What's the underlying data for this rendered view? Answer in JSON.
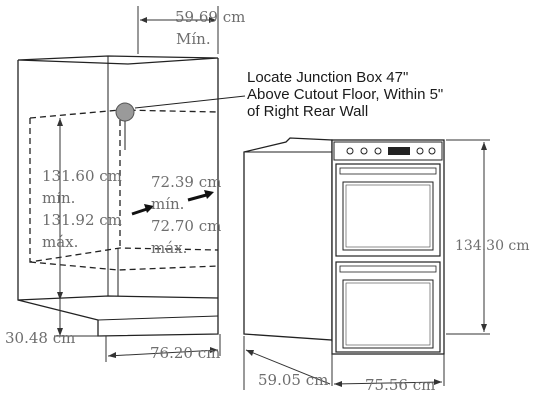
{
  "labels": {
    "top_width": "59.69 cm",
    "top_width_note": "Mín.",
    "junction_line1": "Locate Junction Box 47\"",
    "junction_line2": "Above Cutout Floor, Within 5\"",
    "junction_line3": "of Right Rear Wall",
    "cutout_height_min": "131.60 cm",
    "cutout_height_min_note": "mín.",
    "cutout_height_max": "131.92 cm",
    "cutout_height_max_note": "máx.",
    "cutout_width_min": "72.39 cm",
    "cutout_width_min_note": "mín.",
    "cutout_width_max": "72.70 cm",
    "cutout_width_max_note": "máx.",
    "floor_height": "30.48 cm",
    "cabinet_width": "76.20 cm",
    "oven_height": "134.30 cm",
    "oven_depth": "59.05 cm",
    "oven_width": "75.56 cm"
  }
}
